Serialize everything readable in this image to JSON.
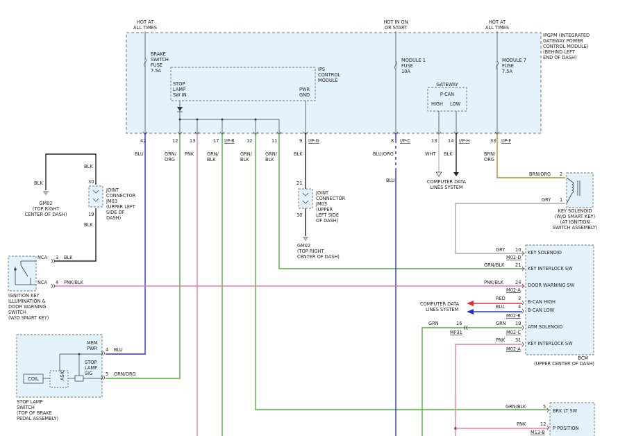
{
  "colors": {
    "black": "#222222",
    "blue": "#2b2fd8",
    "green": "#4caf3a",
    "pink": "#ea79b6",
    "gray": "#a8a8a8",
    "brown": "#b8862e",
    "red": "#e23030",
    "dkblue": "#2432c8"
  },
  "top": {
    "hot_all_times": [
      "HOT AT",
      "ALL TIMES"
    ],
    "hot_on_start": [
      "HOT IN ON",
      "OR START"
    ],
    "hot_all_times_2": [
      "HOT AT",
      "ALL TIMES"
    ]
  },
  "ipgpm": {
    "label": [
      "IPGPM (INTEGRATED",
      "GATEWAY POWER",
      "CONTROL MODULE)",
      "(BEHIND LEFT",
      "END OF DASH)"
    ],
    "brake_fuse": [
      "BRAKE",
      "SWITCH",
      "FUSE",
      "7.5A"
    ],
    "module1_fuse": [
      "MODULE 1",
      "FUSE",
      "10A"
    ],
    "module7_fuse": [
      "MODULE 7",
      "FUSE",
      "7.5A"
    ],
    "ips": {
      "title": [
        "IPS",
        "CONTROL",
        "MODULE"
      ],
      "stop_lamp": [
        "STOP",
        "LAMP",
        "SW IN"
      ],
      "pwr_gnd": [
        "PWR",
        "GND"
      ]
    },
    "gateway": {
      "title": "GATEWAY",
      "pcan": "P-CAN",
      "high": "HIGH",
      "low": "LOW"
    },
    "pins": [
      "42",
      "12",
      "13",
      "17",
      "12",
      "11",
      "9",
      "8",
      "13",
      "14",
      "33"
    ],
    "connectors": [
      "I/P-B",
      "I/P-G",
      "I/P-C",
      "I/P-H",
      "I/P-F"
    ]
  },
  "wires": {
    "blu": "BLU",
    "grn_org": [
      "GRN/",
      "ORG"
    ],
    "pnk": "PNK",
    "grn_blk": [
      "GRN/",
      "BLK"
    ],
    "grn_blk_2": [
      "GRN/",
      "BLK"
    ],
    "grn_blk_3": [
      "GRN/",
      "BLK"
    ],
    "blk": "BLK",
    "blu_org": "BLU/ORG",
    "blu_2": "BLU",
    "wht": "WHT",
    "blk_2": "BLK",
    "brn_org": [
      "BRN/",
      "ORG"
    ]
  },
  "computer_data_1": [
    "COMPUTER DATA",
    "LINES SYSTEM"
  ],
  "left_joint": {
    "blk_top": "BLK",
    "blk_left": "BLK",
    "pin30": "30",
    "pin19": "19",
    "blk_bot": "BLK",
    "label": [
      "JOINT",
      "CONNECTOR",
      "JM03",
      "(UPPER LEFT",
      "SIDE OF",
      "DASH)"
    ],
    "gm02": [
      "GM02",
      "(TOP RIGHT",
      "CENTER OF DASH)"
    ]
  },
  "mid_joint": {
    "pin21": "21",
    "pin30": "30",
    "label": [
      "JOINT",
      "CONNECTOR",
      "JM03",
      "(UPPER",
      "LEFT SIDE",
      "OF DASH)"
    ],
    "gm02": [
      "GM02",
      "(TOP RIGHT",
      "CENTER OF DASH)"
    ]
  },
  "key_solenoid": {
    "label": [
      "KEY SOLENOID",
      "(W/O SMART KEY)",
      "(AT IGNITION",
      "SWITCH ASSEMBLY)"
    ],
    "pin2": "2",
    "pin1": "1",
    "brn_org": "BRN/ORG",
    "gry": "GRY"
  },
  "ign_switch": {
    "label": [
      "IGNITION KEY",
      "ILLUMINATION &",
      "DOOR WARNING",
      "SWITCH",
      "(W/O SMART KEY)"
    ],
    "nca_1": "NCA",
    "pin3": "3",
    "blk": "BLK",
    "nca_2": "NCA",
    "pin4": "4",
    "pnk_blk": "PNK/BLK"
  },
  "bcm": {
    "label": [
      "BCM",
      "(UPPER CENTER OF DASH)"
    ],
    "rows": [
      {
        "wire": "GRY",
        "pin": "10",
        "name": "KEY SOLENOID",
        "conn": "M02-D"
      },
      {
        "wire": "GRN/BLK",
        "pin": "21",
        "name": "KEY INTERLOCK SW",
        "conn": ""
      },
      {
        "wire": "PNK/BLK",
        "pin": "24",
        "name": "DOOR WARNING SW",
        "conn": "M02-A"
      },
      {
        "wire": "RED",
        "pin": "3",
        "name": "B-CAN HIGH",
        "conn": ""
      },
      {
        "wire": "BLU",
        "pin": "4",
        "name": "B-CAN LOW",
        "conn": "M02-B"
      },
      {
        "wire": "GRN",
        "pin": "19",
        "name": "ATM SOLENOID",
        "conn": "M02-C"
      },
      {
        "wire": "PNK",
        "pin": "31",
        "name": "KEY INTERLOCK SW",
        "conn": "M02-A"
      }
    ],
    "computer_data_2": [
      "COMPUTER DATA",
      "LINES SYSTEM"
    ],
    "mf31": "MF31",
    "grn_left": "GRN",
    "pin16": "16"
  },
  "stop_lamp_switch": {
    "label": [
      "STOP LAMP",
      "SWITCH",
      "(TOP OF BRAKE",
      "PEDAL ASSEMBLY)"
    ],
    "mem_pwr": [
      "MEM",
      "PWR"
    ],
    "stop_lamp_sig": [
      "STOP",
      "LAMP",
      "SIG"
    ],
    "coil": "COIL",
    "asic": "ASIC",
    "pin4": "4",
    "blu": "BLU",
    "pin5": "5",
    "grn_org": "GRN/ORG"
  },
  "bottom_module": {
    "brk_lt_sw": "BRK LT SW",
    "p_position": "P POSITION",
    "pin5": "5",
    "pin12": "12",
    "grn_blk": "GRN/BLK",
    "pnk": "PNK",
    "conn": "M13-B"
  }
}
